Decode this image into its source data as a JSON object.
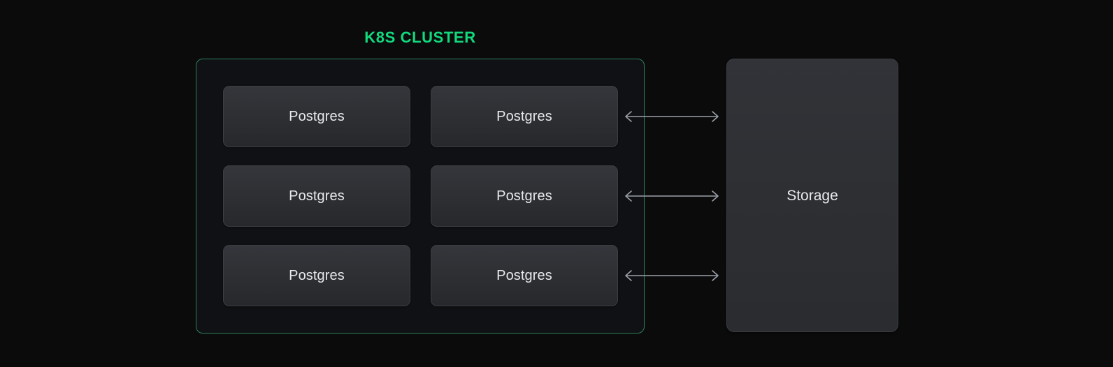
{
  "diagram": {
    "type": "architecture-diagram",
    "background_color": "#0b0b0c",
    "title": "K8S CLUSTER",
    "title_color": "#11d97e",
    "cluster": {
      "label": "K8S CLUSTER",
      "border_color": "#2f7e5c",
      "fill_color": "#101114",
      "nodes": [
        {
          "label": "Postgres",
          "column": "left",
          "row": 1
        },
        {
          "label": "Postgres",
          "column": "right",
          "row": 1
        },
        {
          "label": "Postgres",
          "column": "left",
          "row": 2
        },
        {
          "label": "Postgres",
          "column": "right",
          "row": 2
        },
        {
          "label": "Postgres",
          "column": "left",
          "row": 3
        },
        {
          "label": "Postgres",
          "column": "right",
          "row": 3
        }
      ],
      "node_fill_color": "#2e3034",
      "node_border_color": "#3b3e44",
      "node_text_color": "#e7e9ec"
    },
    "storage": {
      "label": "Storage",
      "fill_color": "#2d2f33",
      "border_color": "#3b3e44",
      "text_color": "#e7e9ec"
    },
    "connectors": [
      {
        "name": "connector-row-1",
        "from": "Postgres",
        "to": "Storage",
        "style": "double-headed-arrow",
        "color": "#9aa0a8"
      },
      {
        "name": "connector-row-2",
        "from": "Postgres",
        "to": "Storage",
        "style": "double-headed-arrow",
        "color": "#9aa0a8"
      },
      {
        "name": "connector-row-3",
        "from": "Postgres",
        "to": "Storage",
        "style": "double-headed-arrow",
        "color": "#9aa0a8"
      }
    ]
  }
}
